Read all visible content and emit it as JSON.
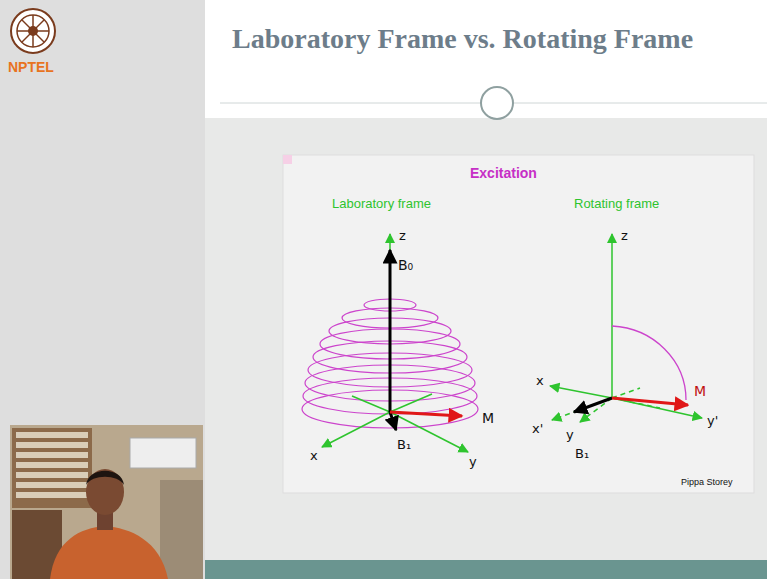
{
  "diagram": {
    "title": "Laboratory Frame vs. Rotating Frame",
    "labels": [
      "NPTEL",
      "Excitation",
      "Laboratory frame",
      "Rotating frame",
      "z",
      "B₀",
      "M",
      "x",
      "B₁",
      "y",
      "z",
      "x",
      "x'",
      "y",
      "B₁",
      "M",
      "y'",
      "Pippa Storey"
    ]
  }
}
